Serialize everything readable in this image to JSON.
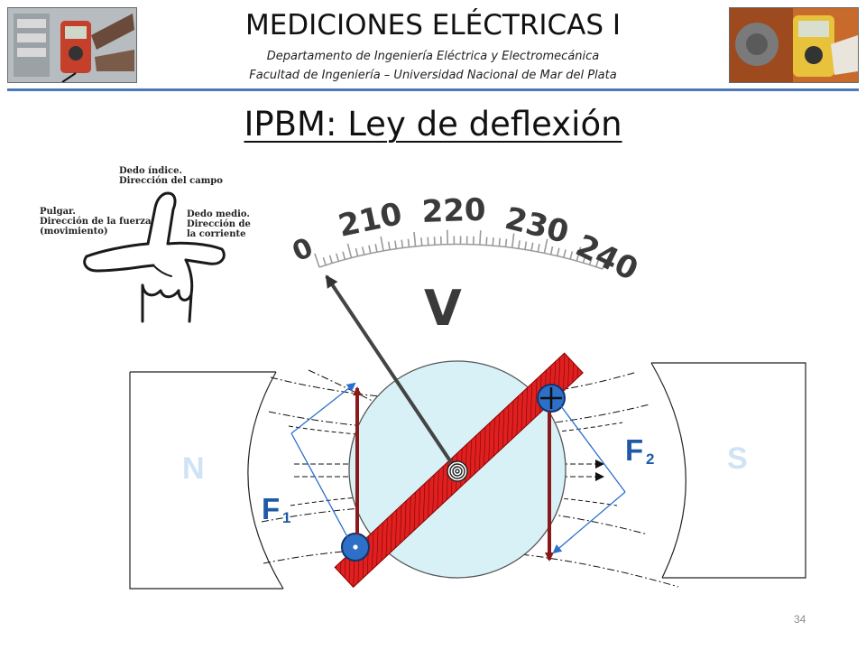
{
  "header": {
    "title": "MEDICIONES ELÉCTRICAS I",
    "subtitle_line1": "Departamento de Ingeniería Eléctrica y Electromecánica",
    "subtitle_line2": "Facultad de Ingeniería – Universidad Nacional de Mar del Plata"
  },
  "slide": {
    "title": "IPBM: Ley de deflexión",
    "page_number": "34"
  },
  "hand_labels": {
    "index": "Dedo índice.\nDirección del campo",
    "thumb": "Pulgar.\nDirección de la fuerza\n(movimiento)",
    "middle": "Dedo medio.\nDirección de\nla corriente"
  },
  "scale": {
    "labels": [
      "0",
      "210",
      "220",
      "230",
      "240"
    ],
    "unit": "V"
  },
  "diagram": {
    "pole_north": "N",
    "pole_south": "S",
    "force_1": "F",
    "force_1_sub": "1",
    "force_2": "F",
    "force_2_sub": "2"
  },
  "colors": {
    "header_rule": "#4a78b8",
    "coil": "#e02020",
    "core": "#d7f1f7",
    "force_arrow": "#8a1a1a",
    "vector_blue": "#2d6fd0",
    "pole_label": "#cfe3f5",
    "force_label": "#1e5aa8"
  }
}
